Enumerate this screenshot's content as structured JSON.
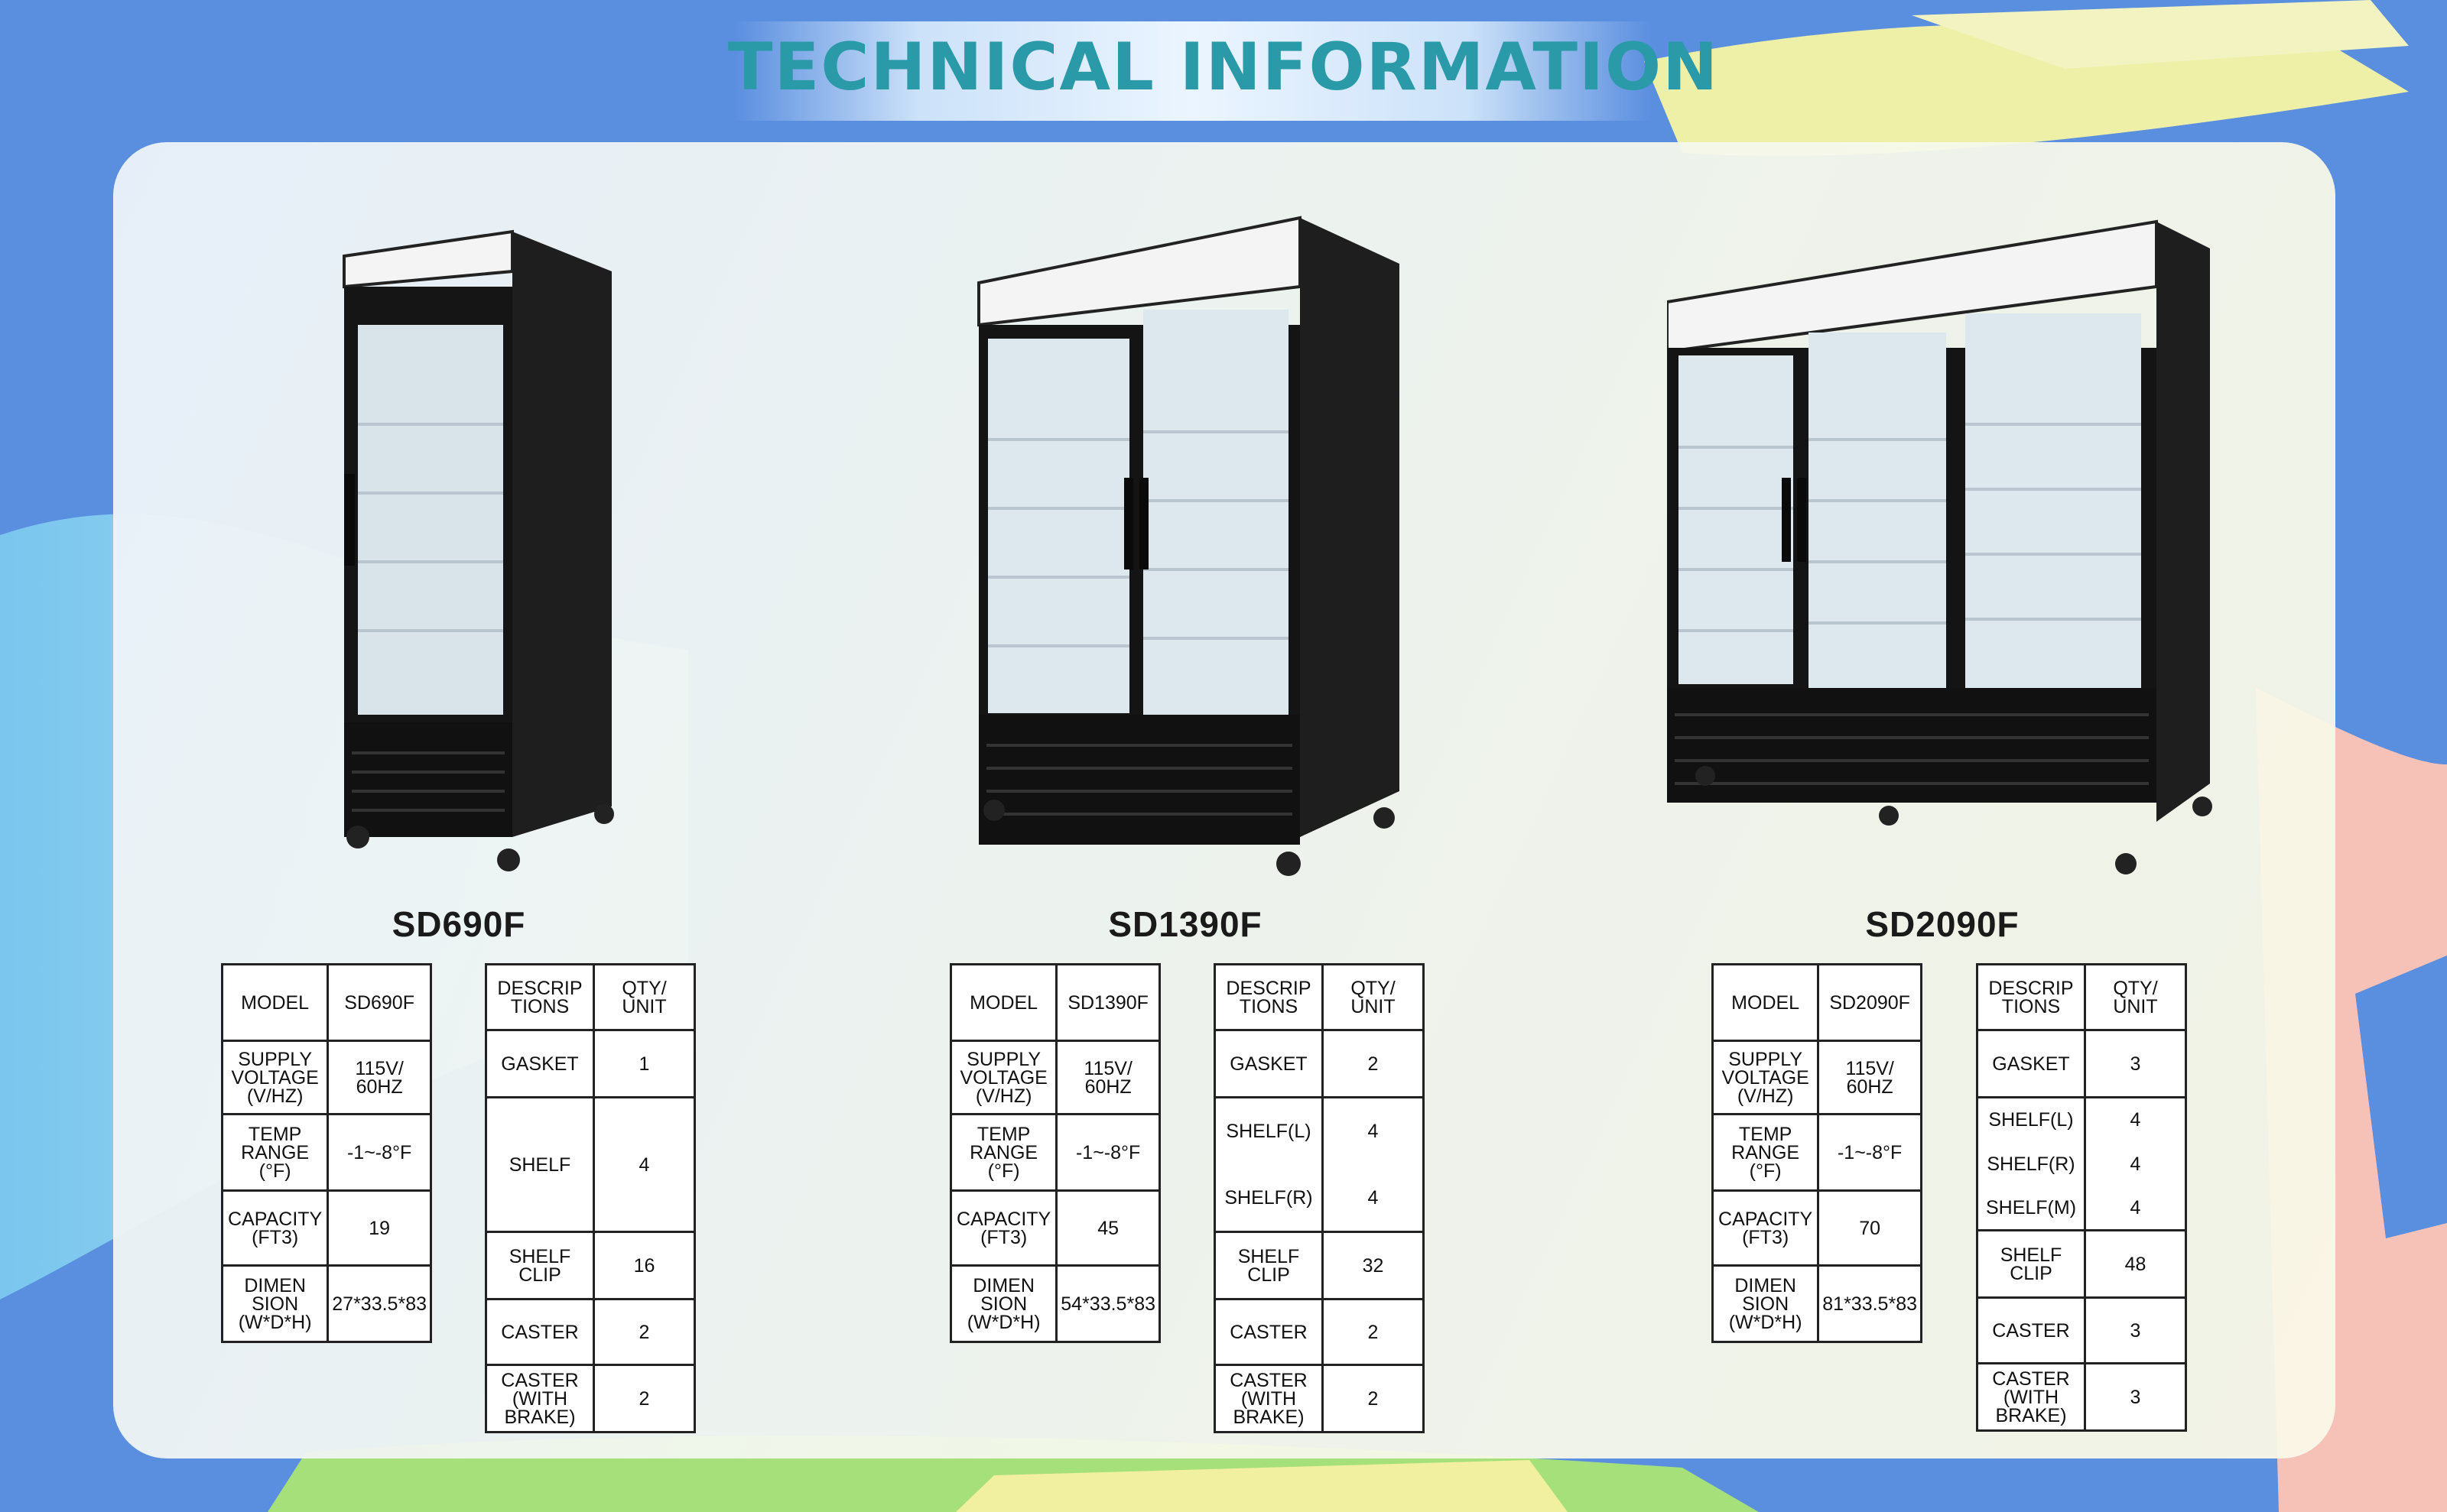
{
  "header": {
    "title": "TECHNICAL INFORMATION"
  },
  "products": [
    {
      "name": "SD690F",
      "specs": [
        {
          "label": "MODEL",
          "value": "SD690F"
        },
        {
          "label": "SUPPLY VOLTAGE (V/HZ)",
          "value": "115V/ 60HZ"
        },
        {
          "label": "TEMP RANGE (°F)",
          "value": "-1~-8°F"
        },
        {
          "label": "CAPACITY (FT3)",
          "value": "19"
        },
        {
          "label": "DIMEN SION (W*D*H)",
          "value": "27*33.5*83"
        }
      ],
      "parts_header": {
        "desc": "DESCRIP TIONS",
        "qty": "QTY/ UNIT"
      },
      "parts": [
        {
          "desc": "GASKET",
          "qty": "1"
        },
        {
          "desc": "SHELF",
          "qty": "4"
        },
        {
          "desc": "SHELF CLIP",
          "qty": "16"
        },
        {
          "desc": "CASTER",
          "qty": "2"
        },
        {
          "desc": "CASTER (WITH BRAKE)",
          "qty": "2"
        }
      ]
    },
    {
      "name": "SD1390F",
      "specs": [
        {
          "label": "MODEL",
          "value": "SD1390F"
        },
        {
          "label": "SUPPLY VOLTAGE (V/HZ)",
          "value": "115V/ 60HZ"
        },
        {
          "label": "TEMP RANGE (°F)",
          "value": "-1~-8°F"
        },
        {
          "label": "CAPACITY (FT3)",
          "value": "45"
        },
        {
          "label": "DIMEN SION (W*D*H)",
          "value": "54*33.5*83"
        }
      ],
      "parts_header": {
        "desc": "DESCRIP TIONS",
        "qty": "QTY/ UNIT"
      },
      "parts": [
        {
          "desc": "GASKET",
          "qty": "2"
        },
        {
          "desc": "SHELF(L)",
          "qty": "4"
        },
        {
          "desc": "SHELF(R)",
          "qty": "4"
        },
        {
          "desc": "SHELF CLIP",
          "qty": "32"
        },
        {
          "desc": "CASTER",
          "qty": "2"
        },
        {
          "desc": "CASTER (WITH BRAKE)",
          "qty": "2"
        }
      ]
    },
    {
      "name": "SD2090F",
      "specs": [
        {
          "label": "MODEL",
          "value": "SD2090F"
        },
        {
          "label": "SUPPLY VOLTAGE (V/HZ)",
          "value": "115V/ 60HZ"
        },
        {
          "label": "TEMP RANGE (°F)",
          "value": "-1~-8°F"
        },
        {
          "label": "CAPACITY (FT3)",
          "value": "70"
        },
        {
          "label": "DIMEN SION (W*D*H)",
          "value": "81*33.5*83"
        }
      ],
      "parts_header": {
        "desc": "DESCRIP TIONS",
        "qty": "QTY/ UNIT"
      },
      "parts": [
        {
          "desc": "GASKET",
          "qty": "3"
        },
        {
          "desc": "SHELF(L)",
          "qty": "4"
        },
        {
          "desc": "SHELF(R)",
          "qty": "4"
        },
        {
          "desc": "SHELF(M)",
          "qty": "4"
        },
        {
          "desc": "SHELF CLIP",
          "qty": "48"
        },
        {
          "desc": "CASTER",
          "qty": "3"
        },
        {
          "desc": "CASTER (WITH BRAKE)",
          "qty": "3"
        }
      ]
    }
  ],
  "colors": {
    "title": "#2a9aa8",
    "background_blue": "#5b8fe0",
    "panel": "#eef3f9"
  }
}
